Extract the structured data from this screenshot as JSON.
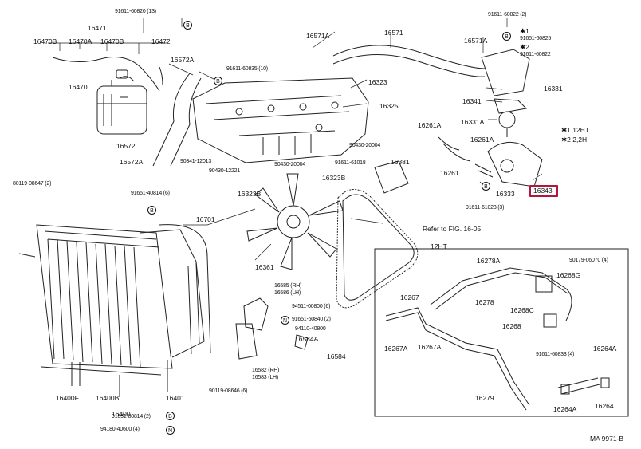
{
  "highlight_color": "#b0173a",
  "highlighted_part": "16343",
  "labels": {
    "l_91611_60820": "91611-60820 (13)",
    "l_16471": "16471",
    "l_16470B": "16470B",
    "l_16470A": "16470A",
    "l_16470B_2": "16470B",
    "l_16472": "16472",
    "l_16470": "16470",
    "l_16572A_top": "16572A",
    "l_91611_60835": "91611-60835 (10)",
    "l_16571A_left": "16571A",
    "l_16571": "16571",
    "l_16571A_right": "16571A",
    "l_91611_60822": "91611-60822 (2)",
    "l_91651_60825": "91651-60825",
    "l_91611_60822b": "91611-60822",
    "l_star1": "✱1",
    "l_star2": "✱2",
    "l_16323": "16323",
    "l_16325": "16325",
    "l_16331": "16331",
    "l_16341": "16341",
    "l_16331A": "16331A",
    "l_16261A_1": "16261A",
    "l_16261A_2": "16261A",
    "l_16261": "16261",
    "l_note1": "✱1 12HT",
    "l_note2": "✱2 2,2H",
    "l_16572": "16572",
    "l_16572A_low": "16572A",
    "l_90341_12013": "90341-12013",
    "l_90430_12221": "90430-12221",
    "l_90430_20004a": "90430-20004",
    "l_90430_20004b": "90430-20004",
    "l_16323B_l": "16323B",
    "l_16323B_r": "16323B",
    "l_91611_61018": "91611-61018",
    "l_16381": "16381",
    "l_16333": "16333",
    "l_16343": "16343",
    "l_91611_61023": "91611-61023 (3)",
    "l_80119_08647": "80119-08647 (2)",
    "l_91651_40814": "91651-40814 (6)",
    "l_16701": "16701",
    "l_refer": "Refer to FIG. 16-05",
    "l_16361": "16361",
    "l_16585": "16585 (RH)",
    "l_16586": "16586 (LH)",
    "l_94511_00800": "94511-00800 (6)",
    "l_91651_60840": "91651-60840 (2)",
    "l_94110_40800": "94110-40800",
    "l_16584A": "16584A",
    "l_16584": "16584",
    "l_16582": "16582 (RH)",
    "l_16583": "16583 (LH)",
    "l_90119_08646": "90119-08646 (6)",
    "l_16400F": "16400F",
    "l_16400B": "16400B",
    "l_16401": "16401",
    "l_16400": "16400",
    "l_91651_80814": "91651-80814 (2)",
    "l_94180_40600": "94180-40600 (4)",
    "l_12HT": "12HT",
    "l_16278A": "16278A",
    "l_90179_06070": "90179-06070 (4)",
    "l_16268G": "16268G",
    "l_16278": "16278",
    "l_16268C": "16268C",
    "l_16268": "16268",
    "l_16267": "16267",
    "l_16267A_1": "16267A",
    "l_16267A_2": "16267A",
    "l_91611_60833": "91611-60833 (4)",
    "l_16264A_1": "16264A",
    "l_16279": "16279",
    "l_16264A_2": "16264A",
    "l_16264": "16264",
    "l_figcode": "MA 9971-B"
  },
  "markers": {
    "B": "B",
    "N": "N"
  }
}
